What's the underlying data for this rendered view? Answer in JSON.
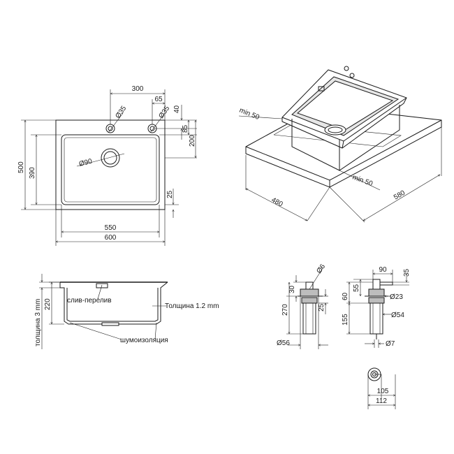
{
  "top_view": {
    "width_outer": "600",
    "width_inner": "550",
    "height_outer": "500",
    "height_inner": "390",
    "tap_spacing": "300",
    "tap_offset": "65",
    "tap_dia_left": "Ø35",
    "tap_dia_right": "Ø35",
    "right_40": "40",
    "right_85": "85",
    "right_200": "200",
    "right_25": "25",
    "drain_dia": "Ø90"
  },
  "iso_view": {
    "min_top": "min 50",
    "min_bottom": "min 50",
    "depth_480": "480",
    "width_580": "580"
  },
  "section": {
    "height_220": "220",
    "wall_note": "толщина 3 mm",
    "overflow_label": "слив-перелив",
    "thickness_label": "Толщина 1.2 mm",
    "insulation_label": "шумоизоляция"
  },
  "dispenser_front": {
    "dia_6": "Ø6",
    "h_30": "30",
    "h_270": "270",
    "h_25": "25",
    "dia_56": "Ø56"
  },
  "dispenser_side": {
    "w_90": "90",
    "h_35": "35",
    "h_55": "55",
    "h_60": "60",
    "dia_23": "Ø23",
    "h_155": "155",
    "dia_54": "Ø54",
    "dia_7": "Ø7"
  },
  "dispenser_top": {
    "d_105": "105",
    "d_112": "112"
  }
}
